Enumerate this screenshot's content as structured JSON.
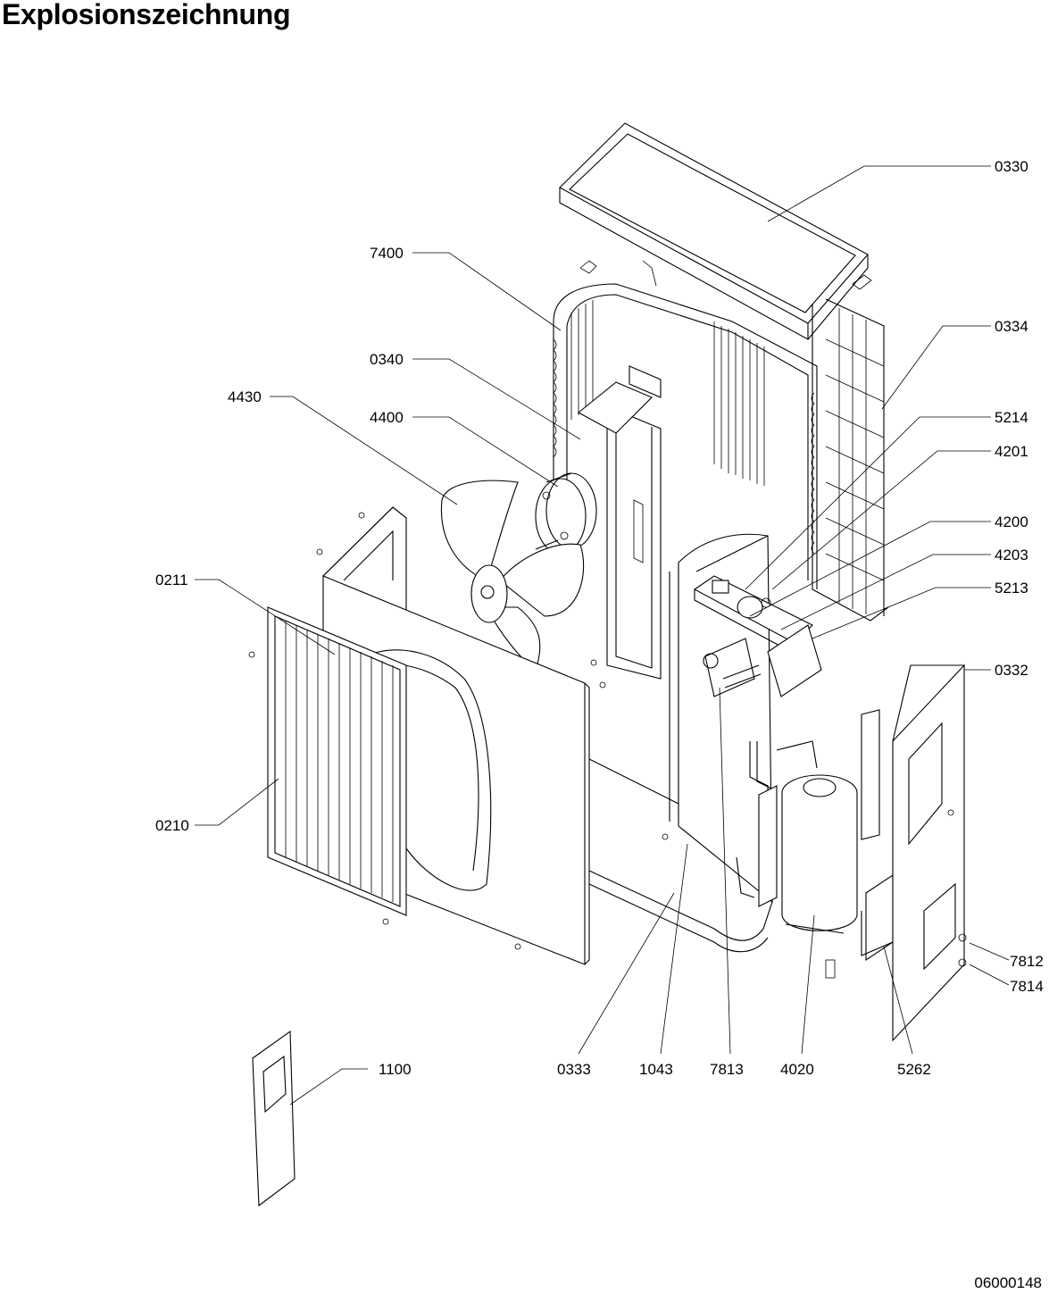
{
  "title": "Explosionszeichnung",
  "document_number": "06000148",
  "part_labels": {
    "p0330": "0330",
    "p7400": "7400",
    "p0334": "0334",
    "p0340": "0340",
    "p4430": "4430",
    "p4400": "4400",
    "p5214": "5214",
    "p4201": "4201",
    "p4200": "4200",
    "p4203": "4203",
    "p5213": "5213",
    "p0211": "0211",
    "p0332": "0332",
    "p0210": "0210",
    "p7812": "7812",
    "p7814": "7814",
    "p1100": "1100",
    "p0333": "0333",
    "p1043": "1043",
    "p7813": "7813",
    "p4020": "4020",
    "p5262": "5262"
  }
}
